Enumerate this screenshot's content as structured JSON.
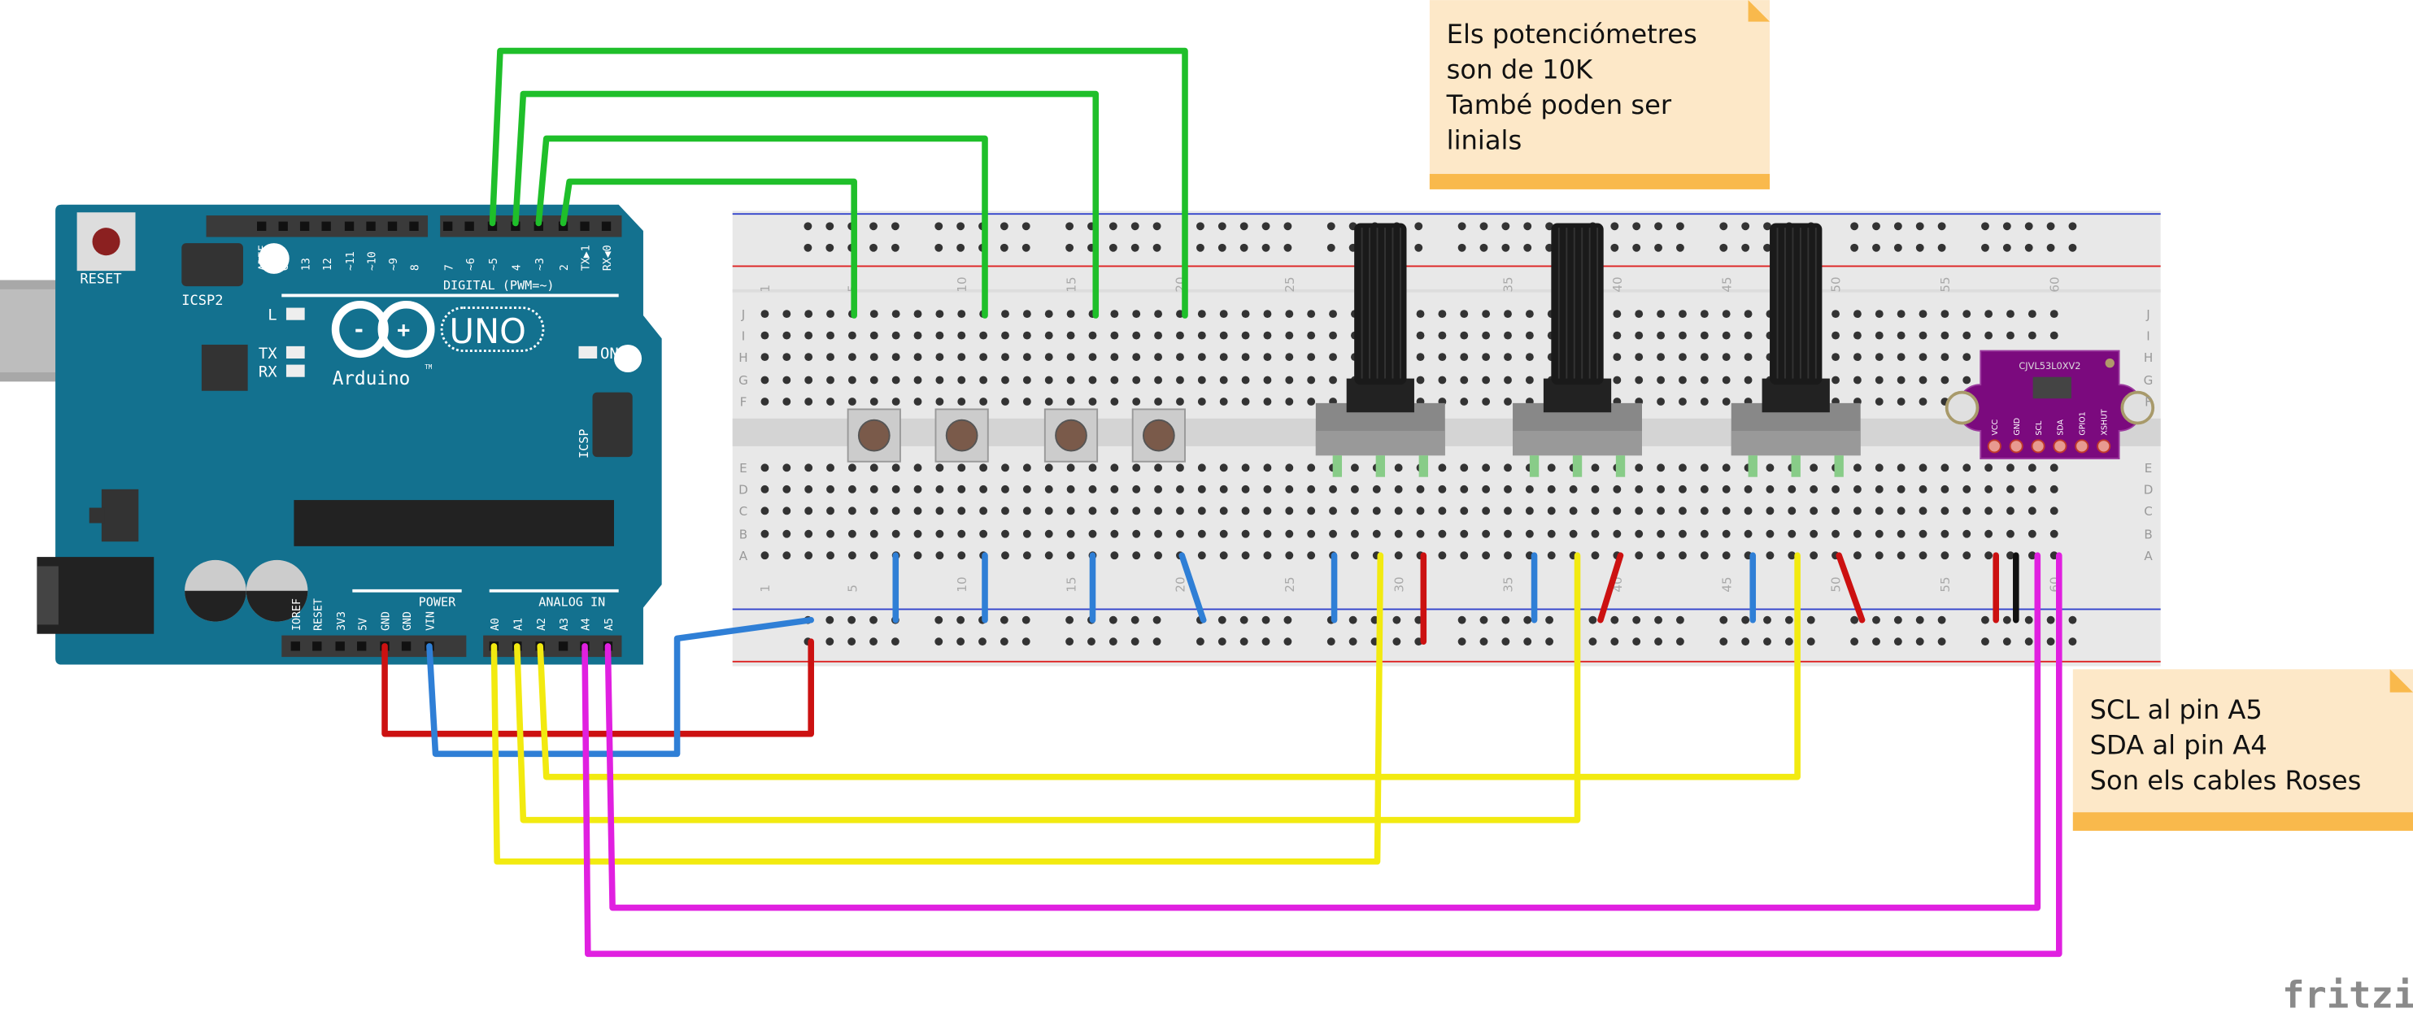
{
  "notes": [
    {
      "lines": [
        "Els potenciómetres",
        "son de 10K",
        "També poden ser",
        "linials"
      ]
    },
    {
      "lines": [
        "SCL  al pin A5",
        "SDA al pin A4",
        "Son els cables Roses"
      ]
    }
  ],
  "arduino": {
    "reset": "RESET",
    "icsp2": "ICSP2",
    "icsp": "ICSP",
    "brand": "Arduino",
    "tm": "TM",
    "model": "UNO",
    "led_l": "L",
    "led_tx": "TX",
    "led_rx": "RX",
    "led_on": "ON",
    "digital": "DIGITAL (PWM=~)",
    "power": "POWER",
    "analog": "ANALOG IN",
    "digital_pins": [
      "AREF",
      "GND",
      "13",
      "12",
      "~11",
      "~10",
      "~9",
      "8",
      "7",
      "~6",
      "~5",
      "4",
      "~3",
      "2",
      "TX▶1",
      "RX◀0"
    ],
    "power_pins": [
      "IOREF",
      "RESET",
      "3V3",
      "5V",
      "GND",
      "GND",
      "VIN"
    ],
    "analog_pins": [
      "A0",
      "A1",
      "A2",
      "A3",
      "A4",
      "A5"
    ]
  },
  "sensor": {
    "name": "CJVL53L0XV2",
    "pins": [
      "VCC",
      "GND",
      "SCL",
      "SDA",
      "GPIO1",
      "XSHUT"
    ],
    "color": "#7b0a7e"
  },
  "breadboard": {
    "rows_top": [
      "J",
      "I",
      "H",
      "G",
      "F"
    ],
    "rows_bottom": [
      "E",
      "D",
      "C",
      "B",
      "A"
    ],
    "column_labels": [
      "1",
      "5",
      "10",
      "15",
      "20",
      "25",
      "30",
      "35",
      "40",
      "45",
      "50",
      "55",
      "60"
    ]
  },
  "wire_colors": {
    "green": "#1fbf2a",
    "blue": "#2f7fd6",
    "red": "#cc1111",
    "yellow": "#f2ea10",
    "magenta": "#e020e0",
    "black": "#111111"
  },
  "logo": "fritzing"
}
